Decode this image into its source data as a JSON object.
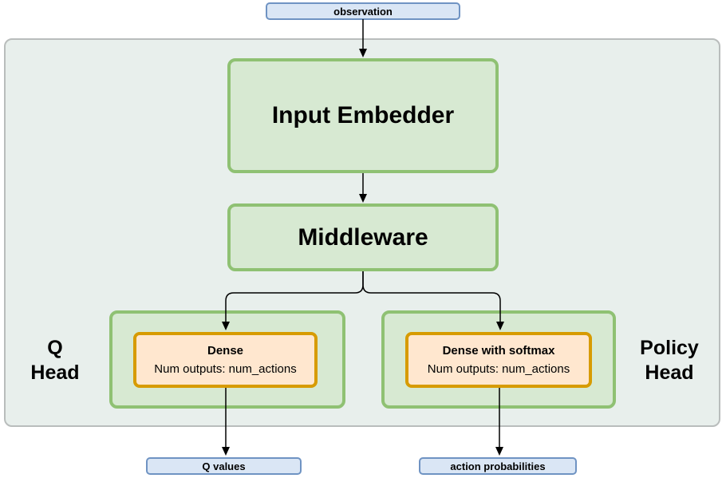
{
  "diagram": {
    "observation": {
      "label": "observation"
    },
    "input_embedder": {
      "label": "Input Embedder"
    },
    "middleware": {
      "label": "Middleware"
    },
    "q_head": {
      "label_line1": "Q",
      "label_line2": "Head",
      "dense": {
        "title": "Dense",
        "subtitle": "Num outputs: num_actions"
      }
    },
    "policy_head": {
      "label_line1": "Policy",
      "label_line2": "Head",
      "dense": {
        "title": "Dense with softmax",
        "subtitle": "Num outputs: num_actions"
      }
    },
    "q_values": {
      "label": "Q values"
    },
    "action_probabilities": {
      "label": "action probabilities"
    }
  },
  "colors": {
    "io_fill": "#dae6f5",
    "io_border": "#6f93c3",
    "green_fill": "#d7e9d2",
    "green_border": "#8fc173",
    "orange_fill": "#ffe7cf",
    "orange_border": "#d79b00",
    "container_fill": "#e8efec",
    "container_border": "#b9bdbc",
    "arrow": "#000000",
    "text": "#000000"
  }
}
